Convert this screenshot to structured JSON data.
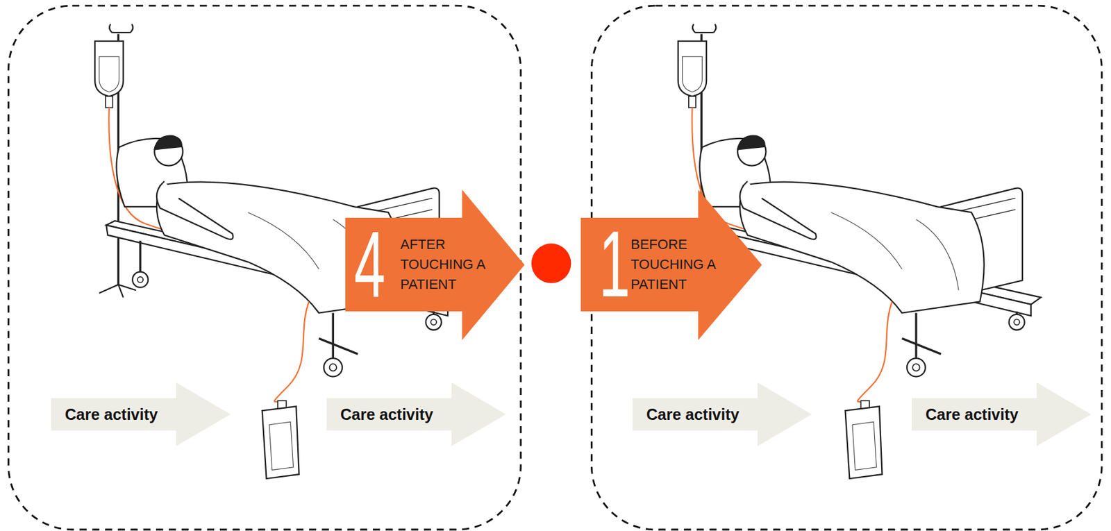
{
  "diagram": {
    "nodes": [
      {
        "text": [
          "4",
          "AFTER TOUCHING A PATIENT"
        ]
      },
      {
        "text": [
          "1",
          "BEFORE TOUCHING A PATIENT"
        ]
      },
      {
        "text": [
          "Care activity"
        ]
      },
      {
        "text": [
          "Care activity"
        ]
      },
      {
        "text": [
          "Care activity"
        ]
      },
      {
        "text": [
          "Care activity"
        ]
      }
    ]
  }
}
